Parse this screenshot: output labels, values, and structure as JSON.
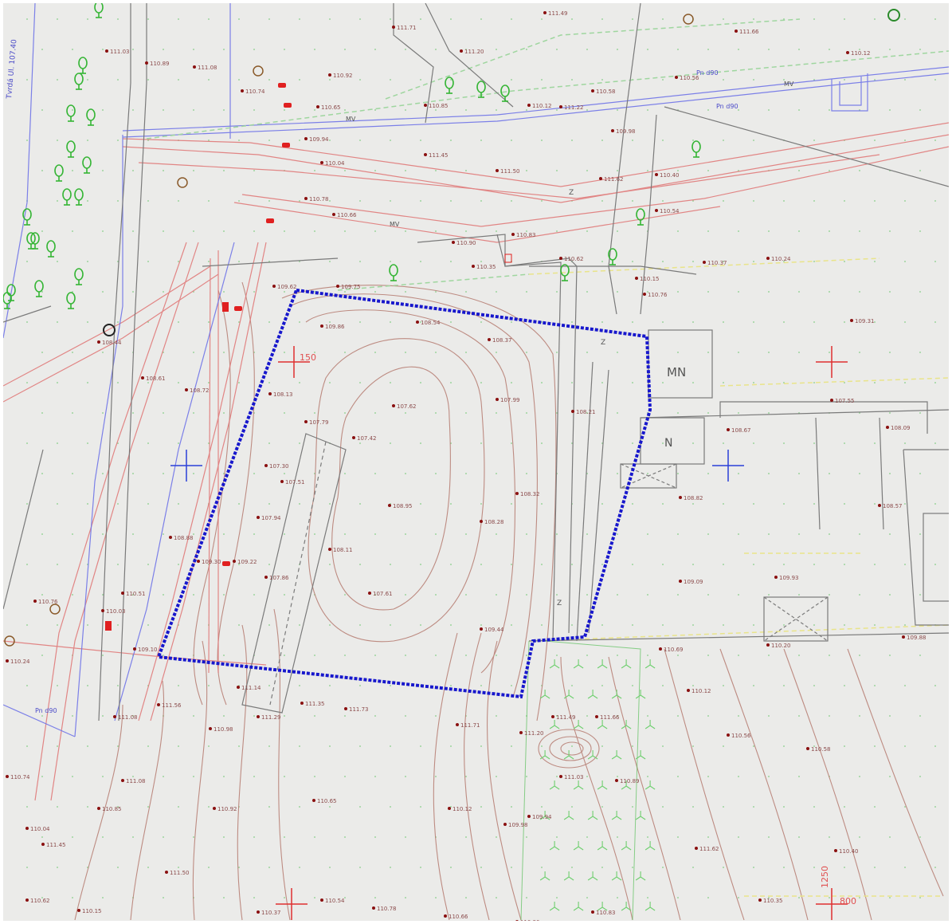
{
  "labels": {
    "zone_mn": "MN",
    "zone_n": "N",
    "mark_z_1": "Z",
    "mark_z_2": "Z",
    "mark_z_3": "Z",
    "grid_mark_1": "150",
    "grid_mark_2": "1250",
    "grid_mark_3": "800",
    "street_note": "Tvrdá Ul. 107.40",
    "pipe_label_1": "Pn d90",
    "pipe_label_2": "Pn d90",
    "pipe_label_3": "Pn d90",
    "line_mv_1": "MV",
    "line_mv_2": "MV",
    "line_mv_3": "MV"
  },
  "spot_heights": [
    "111.71",
    "111.20",
    "111.49",
    "111.66",
    "110.12",
    "110.56",
    "110.58",
    "111.22",
    "111.03",
    "110.89",
    "111.08",
    "110.74",
    "110.92",
    "110.65",
    "110.85",
    "110.12",
    "109.98",
    "109.94",
    "110.04",
    "111.45",
    "111.50",
    "111.62",
    "110.40",
    "110.54",
    "110.78",
    "110.66",
    "110.90",
    "110.83",
    "110.35",
    "110.62",
    "110.15",
    "110.37",
    "110.24",
    "110.76",
    "109.62",
    "109.75",
    "109.31",
    "109.86",
    "108.54",
    "108.37",
    "108.44",
    "108.61",
    "108.72",
    "108.13",
    "107.99",
    "108.21",
    "107.55",
    "108.09",
    "108.67",
    "107.62",
    "107.79",
    "107.42",
    "107.30",
    "107.51",
    "108.32",
    "108.95",
    "108.28",
    "107.94",
    "108.11",
    "108.88",
    "109.30",
    "109.22",
    "107.86",
    "107.61",
    "108.82",
    "108.57",
    "109.09",
    "109.93",
    "110.51",
    "110.03",
    "109.44",
    "109.10",
    "110.69",
    "110.20",
    "109.88",
    "111.14",
    "111.35",
    "111.73",
    "111.08",
    "111.56",
    "110.98",
    "111.29"
  ],
  "colors": {
    "background": "#ebebe9",
    "plot_boundary": "#1717cc",
    "contour": "#b57b70",
    "utility_red": "#e07a7a",
    "utility_blue": "#6f74e8",
    "vegetation": "#3bb83b",
    "building_outline": "#7a7a7a",
    "grid_cross_red": "#e03030",
    "grid_cross_blue": "#2b3fd8"
  },
  "icons": [
    "tree-icon",
    "shrub-icon",
    "grid-cross-icon",
    "survey-point-icon",
    "manhole-icon",
    "hydrant-icon",
    "lamp-icon"
  ]
}
